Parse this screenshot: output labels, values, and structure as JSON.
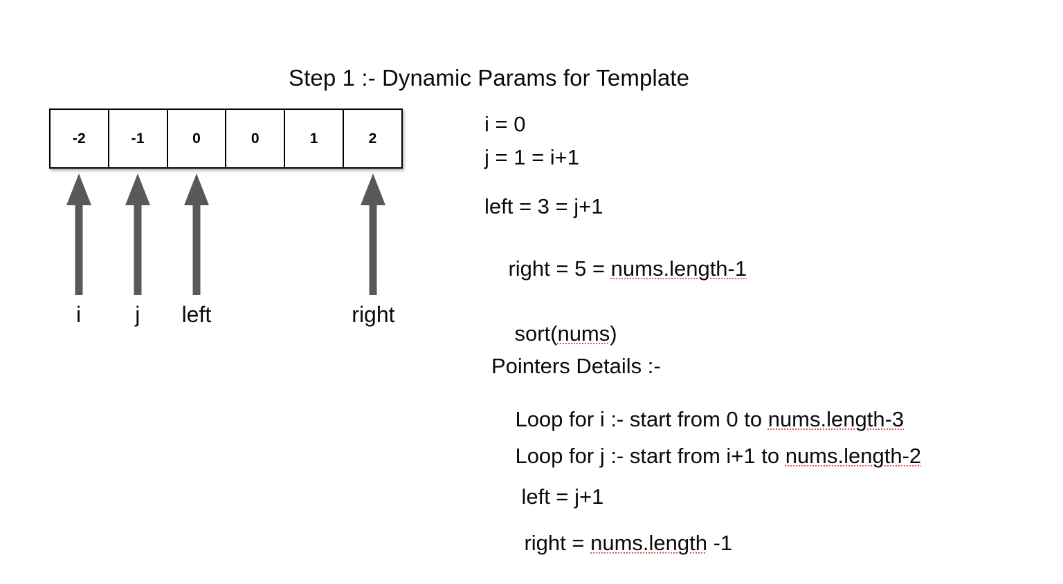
{
  "slide": {
    "title": "Step 1 :- Dynamic Params for Template",
    "background_color": "#ffffff",
    "text_color": "#0a0a0a"
  },
  "array": {
    "values": [
      "-2",
      "-1",
      "0",
      "0",
      "1",
      "2"
    ],
    "border_color": "#000000",
    "cell_count": 6
  },
  "pointers": {
    "arrow_color": "#595959",
    "items": [
      {
        "label": "i",
        "index": 0
      },
      {
        "label": "j",
        "index": 1
      },
      {
        "label": "left",
        "index": 2
      },
      {
        "label": "right",
        "index": 5
      }
    ]
  },
  "params": {
    "lines": [
      {
        "id": "i",
        "text": "i = 0"
      },
      {
        "id": "j",
        "text": "j = 1 = i+1"
      },
      {
        "id": "left",
        "text": "left = 3 = j+1"
      },
      {
        "id": "right",
        "prefix": "right = 5 = ",
        "misspelled": "nums.length-1",
        "suffix": ""
      }
    ]
  },
  "sort_call": {
    "prefix": "sort(",
    "misspelled": "nums",
    "suffix": ")"
  },
  "details": {
    "heading": "Pointers Details :-",
    "lines": [
      {
        "id": "loop-i",
        "prefix": "Loop for i :- start from 0 to ",
        "misspelled": "nums.length-3",
        "suffix": ""
      },
      {
        "id": "loop-j",
        "prefix": "Loop for j :- start from i+1 to ",
        "misspelled": "nums.length-2",
        "suffix": ""
      },
      {
        "id": "left",
        "prefix": "left = j+1",
        "misspelled": "",
        "suffix": ""
      },
      {
        "id": "right",
        "prefix": "right = ",
        "misspelled": "nums.length",
        "suffix": " -1"
      }
    ]
  },
  "spellcheck": {
    "underline_color": "#e8504f"
  }
}
